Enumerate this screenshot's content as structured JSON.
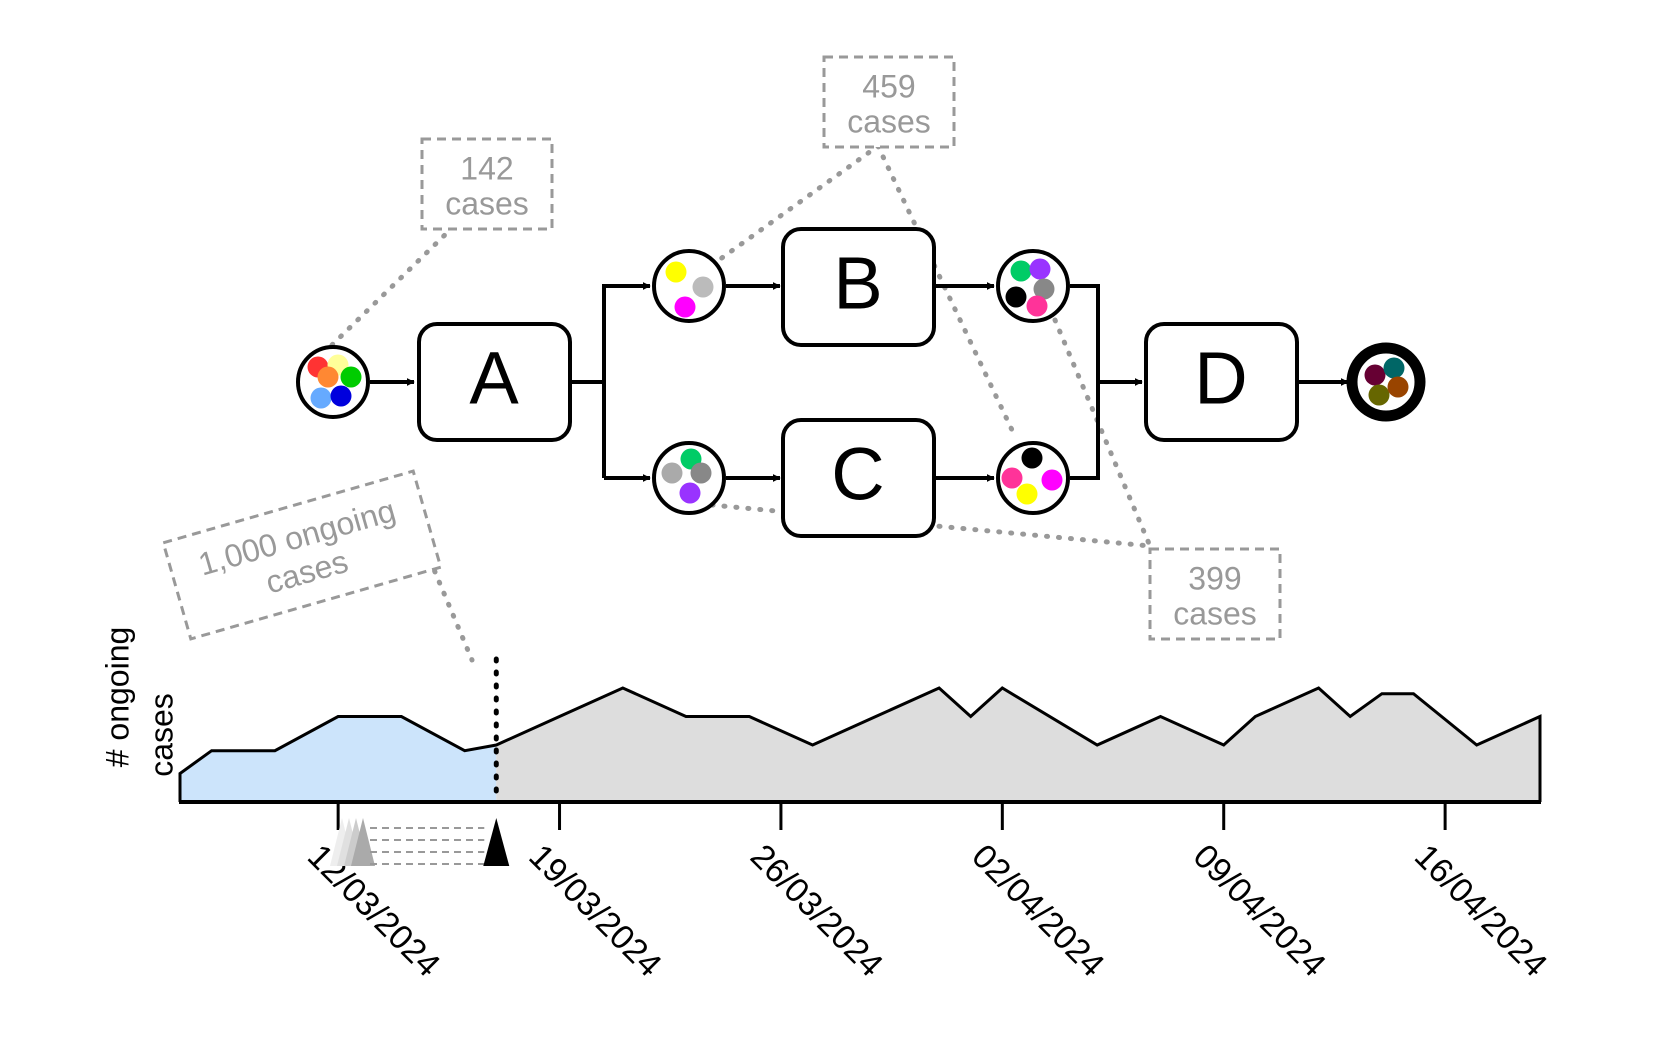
{
  "process": {
    "activities": [
      "A",
      "B",
      "C",
      "D"
    ]
  },
  "annotations": {
    "start_cases": [
      "142",
      "cases"
    ],
    "parallel_cases": [
      "459",
      "cases"
    ],
    "join_cases": [
      "399",
      "cases"
    ],
    "ongoing": [
      "1,000 ongoing",
      "cases"
    ]
  },
  "token_colors": {
    "start": [
      "#ff3333",
      "#ffff99",
      "#00cc00",
      "#ff8833",
      "#66aaff",
      "#0000dd"
    ],
    "b_in": [
      "#ffff00",
      "#bbbbbb",
      "#ff00ff"
    ],
    "c_in": [
      "#00cc66",
      "#aaaaaa",
      "#888888",
      "#9933ff"
    ],
    "b_out": [
      "#00cc66",
      "#9933ff",
      "#000000",
      "#888888",
      "#ff3399"
    ],
    "c_out": [
      "#000000",
      "#ff3399",
      "#ff00ff",
      "#ffff00"
    ],
    "end": [
      "#660033",
      "#006666",
      "#666600",
      "#994400"
    ]
  },
  "colors": {
    "past_fill": "#cce4fb",
    "future_fill": "#dddddd",
    "annotation": "#999999"
  },
  "chart_data": {
    "type": "area",
    "ylabel": "# ongoing cases",
    "xlim": [
      "2024-03-07",
      "2024-04-19"
    ],
    "tick_dates": [
      "2024-03-12",
      "2024-03-19",
      "2024-03-26",
      "2024-04-02",
      "2024-04-09",
      "2024-04-16"
    ],
    "tick_labels": [
      "12/03/2024",
      "19/03/2024",
      "26/03/2024",
      "02/04/2024",
      "09/04/2024",
      "16/04/2024"
    ],
    "current_date": "2024-03-17",
    "y_units": "relative",
    "x": [
      "2024-03-07",
      "2024-03-08",
      "2024-03-10",
      "2024-03-12",
      "2024-03-14",
      "2024-03-16",
      "2024-03-17",
      "2024-03-19",
      "2024-03-21",
      "2024-03-23",
      "2024-03-25",
      "2024-03-27",
      "2024-03-29",
      "2024-03-31",
      "2024-04-01",
      "2024-04-02",
      "2024-04-05",
      "2024-04-07",
      "2024-04-09",
      "2024-04-10",
      "2024-04-12",
      "2024-04-13",
      "2024-04-14",
      "2024-04-15",
      "2024-04-17",
      "2024-04-19"
    ],
    "y": [
      0.25,
      0.45,
      0.45,
      0.75,
      0.75,
      0.45,
      0.5,
      0.75,
      1.0,
      0.75,
      0.75,
      0.5,
      0.75,
      1.0,
      0.75,
      1.0,
      0.5,
      0.75,
      0.5,
      0.75,
      1.0,
      0.75,
      0.95,
      0.95,
      0.5,
      0.75
    ]
  }
}
